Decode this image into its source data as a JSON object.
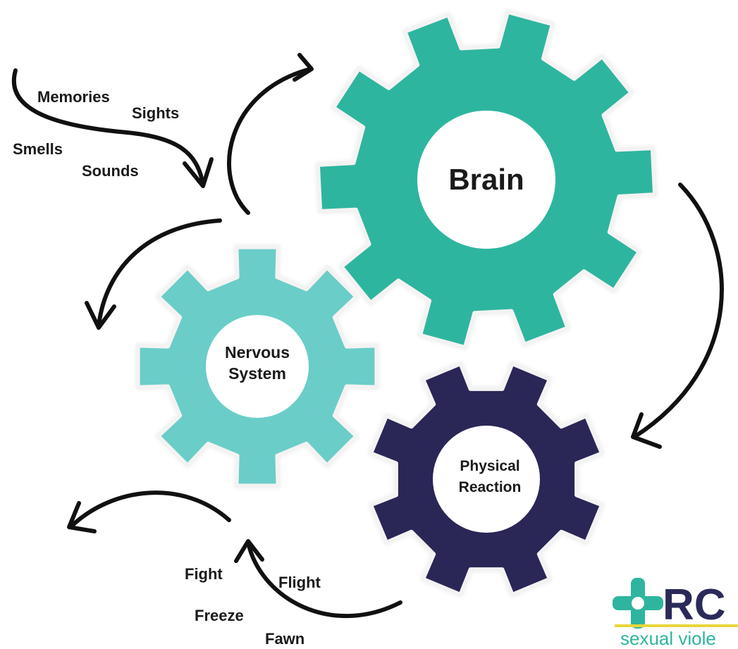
{
  "triggers": {
    "memories": "Memories",
    "sights": "Sights",
    "smells": "Smells",
    "sounds": "Sounds"
  },
  "gears": {
    "brain": {
      "label": "Brain",
      "color": "#2fb59f"
    },
    "nervous_system": {
      "line1": "Nervous",
      "line2": "System",
      "color": "#6bcdc8"
    },
    "physical_reaction": {
      "line1": "Physical",
      "line2": "Reaction",
      "color": "#2a2756"
    }
  },
  "responses": {
    "fight": "Fight",
    "flight": "Flight",
    "freeze": "Freeze",
    "fawn": "Fawn"
  },
  "logo": {
    "letters": "RC",
    "tagline": "sexual viole",
    "cross_color": "#2fb59f",
    "text_color": "#2a2a5a",
    "line_color": "#e8d63a"
  }
}
